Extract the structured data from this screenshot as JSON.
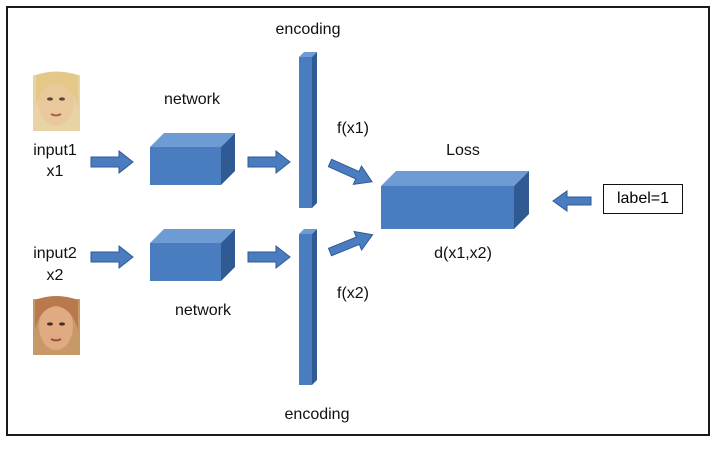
{
  "diagram": {
    "labels": {
      "encoding_top": "encoding",
      "encoding_bottom": "encoding",
      "network_top": "network",
      "network_bottom": "network",
      "input1": "input1",
      "x1": "x1",
      "input2": "input2",
      "x2": "x2",
      "f_x1": "f(x1)",
      "f_x2": "f(x2)",
      "loss": "Loss",
      "distance": "d(x1,x2)",
      "label": "label=1"
    },
    "images": {
      "face1": "face-photo-1",
      "face2": "face-photo-2"
    },
    "colors": {
      "block_front": "#4a7cc0",
      "block_top": "#6f9bd4",
      "block_side": "#2f5a94",
      "arrow": "#4a7cc0",
      "arrow_border": "#2f5a94",
      "frame": "#1a1a1a"
    }
  }
}
